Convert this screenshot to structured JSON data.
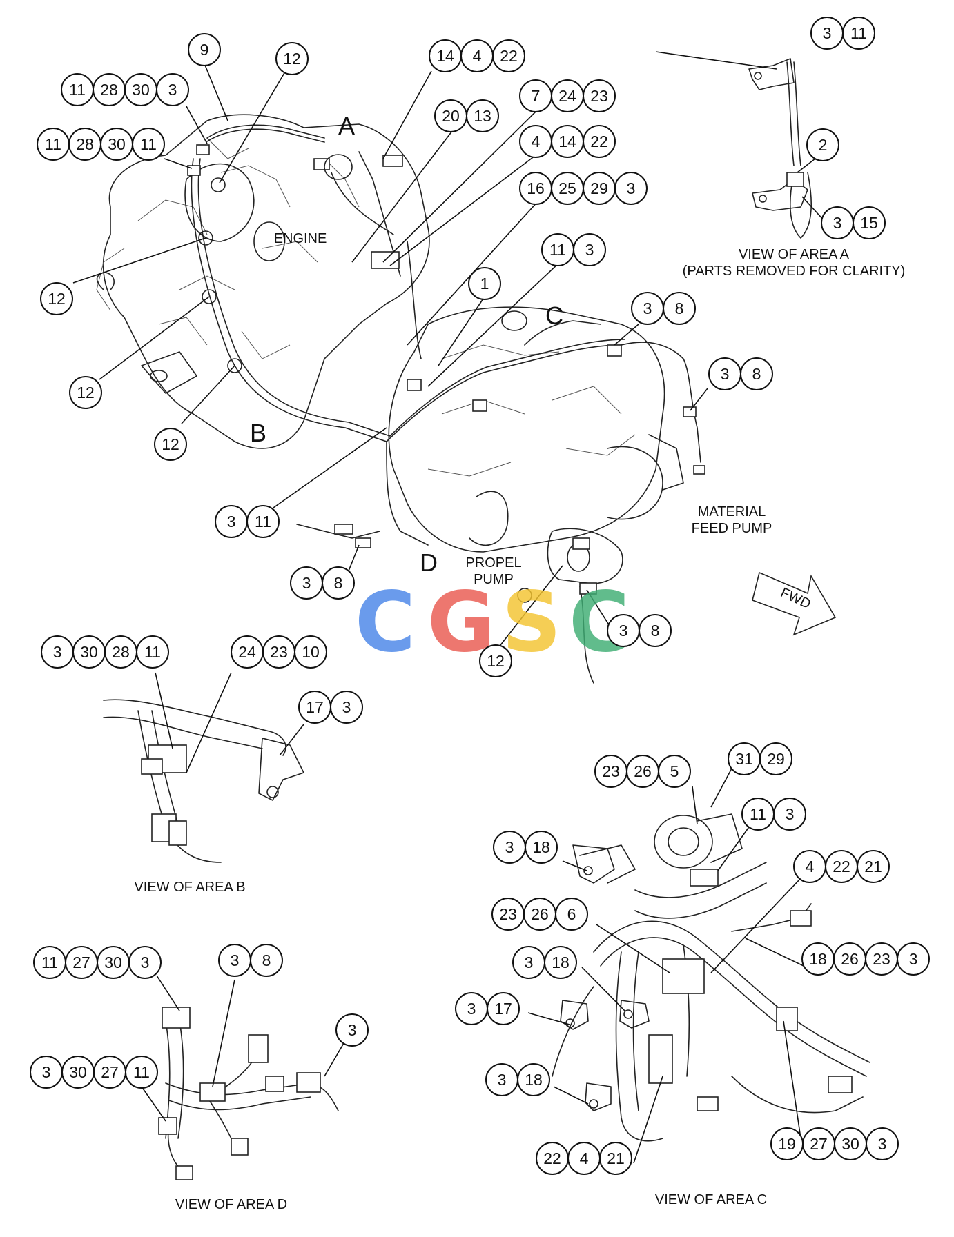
{
  "callouts": [
    {
      "id": "c9",
      "numbers": [
        "9"
      ]
    },
    {
      "id": "c12-top",
      "numbers": [
        "12"
      ]
    },
    {
      "id": "c11-28-30-3",
      "numbers": [
        "11",
        "28",
        "30",
        "3"
      ]
    },
    {
      "id": "c11-28-30-11",
      "numbers": [
        "11",
        "28",
        "30",
        "11"
      ]
    },
    {
      "id": "c14-4-22",
      "numbers": [
        "14",
        "4",
        "22"
      ]
    },
    {
      "id": "c20-13",
      "numbers": [
        "20",
        "13"
      ]
    },
    {
      "id": "c7-24-23",
      "numbers": [
        "7",
        "24",
        "23"
      ]
    },
    {
      "id": "c4-14-22",
      "numbers": [
        "4",
        "14",
        "22"
      ]
    },
    {
      "id": "c16-25-29-3",
      "numbers": [
        "16",
        "25",
        "29",
        "3"
      ]
    },
    {
      "id": "c11-3-main",
      "numbers": [
        "11",
        "3"
      ]
    },
    {
      "id": "c1",
      "numbers": [
        "1"
      ]
    },
    {
      "id": "c3-8-c",
      "numbers": [
        "3",
        "8"
      ]
    },
    {
      "id": "c3-8-right",
      "numbers": [
        "3",
        "8"
      ]
    },
    {
      "id": "c12-left",
      "numbers": [
        "12"
      ]
    },
    {
      "id": "c12-mid",
      "numbers": [
        "12"
      ]
    },
    {
      "id": "c12-low",
      "numbers": [
        "12"
      ]
    },
    {
      "id": "c3-11-main",
      "numbers": [
        "3",
        "11"
      ]
    },
    {
      "id": "c3-8-d",
      "numbers": [
        "3",
        "8"
      ]
    },
    {
      "id": "c12-bottom",
      "numbers": [
        "12"
      ]
    },
    {
      "id": "c3-8-pump",
      "numbers": [
        "3",
        "8"
      ]
    },
    {
      "id": "a-3-11",
      "numbers": [
        "3",
        "11"
      ]
    },
    {
      "id": "a-2",
      "numbers": [
        "2"
      ]
    },
    {
      "id": "a-3-15",
      "numbers": [
        "3",
        "15"
      ]
    },
    {
      "id": "b-3-30-28-11",
      "numbers": [
        "3",
        "30",
        "28",
        "11"
      ]
    },
    {
      "id": "b-24-23-10",
      "numbers": [
        "24",
        "23",
        "10"
      ]
    },
    {
      "id": "b-17-3",
      "numbers": [
        "17",
        "3"
      ]
    },
    {
      "id": "d-11-27-30-3",
      "numbers": [
        "11",
        "27",
        "30",
        "3"
      ]
    },
    {
      "id": "d-3-8",
      "numbers": [
        "3",
        "8"
      ]
    },
    {
      "id": "d-3",
      "numbers": [
        "3"
      ]
    },
    {
      "id": "d-3-30-27-11",
      "numbers": [
        "3",
        "30",
        "27",
        "11"
      ]
    },
    {
      "id": "cc-23-26-5",
      "numbers": [
        "23",
        "26",
        "5"
      ]
    },
    {
      "id": "cc-31-29",
      "numbers": [
        "31",
        "29"
      ]
    },
    {
      "id": "cc-11-3",
      "numbers": [
        "11",
        "3"
      ]
    },
    {
      "id": "cc-3-18-a",
      "numbers": [
        "3",
        "18"
      ]
    },
    {
      "id": "cc-4-22-21",
      "numbers": [
        "4",
        "22",
        "21"
      ]
    },
    {
      "id": "cc-23-26-6",
      "numbers": [
        "23",
        "26",
        "6"
      ]
    },
    {
      "id": "cc-3-18-b",
      "numbers": [
        "3",
        "18"
      ]
    },
    {
      "id": "cc-18-26-23-3",
      "numbers": [
        "18",
        "26",
        "23",
        "3"
      ]
    },
    {
      "id": "cc-3-17",
      "numbers": [
        "3",
        "17"
      ]
    },
    {
      "id": "cc-3-18-c",
      "numbers": [
        "3",
        "18"
      ]
    },
    {
      "id": "cc-22-4-21",
      "numbers": [
        "22",
        "4",
        "21"
      ]
    },
    {
      "id": "cc-19-27-30-3",
      "numbers": [
        "19",
        "27",
        "30",
        "3"
      ]
    }
  ],
  "area_letters": {
    "a": "A",
    "b": "B",
    "c": "C",
    "d": "D"
  },
  "labels": {
    "engine": "ENGINE",
    "material_feed_pump": [
      "MATERIAL",
      "FEED PUMP"
    ],
    "propel_pump": [
      "PROPEL",
      "PUMP"
    ],
    "fwd": "FWD"
  },
  "captions": {
    "view_a": [
      "VIEW OF AREA A",
      "(PARTS REMOVED FOR CLARITY)"
    ],
    "view_b": "VIEW OF AREA B",
    "view_c": "VIEW OF AREA C",
    "view_d": "VIEW OF AREA D"
  },
  "watermark": {
    "letters": [
      "C",
      "G",
      "S",
      "C"
    ],
    "colors": [
      "#4a86e8",
      "#ea5a50",
      "#f4c430",
      "#3fae74"
    ]
  }
}
